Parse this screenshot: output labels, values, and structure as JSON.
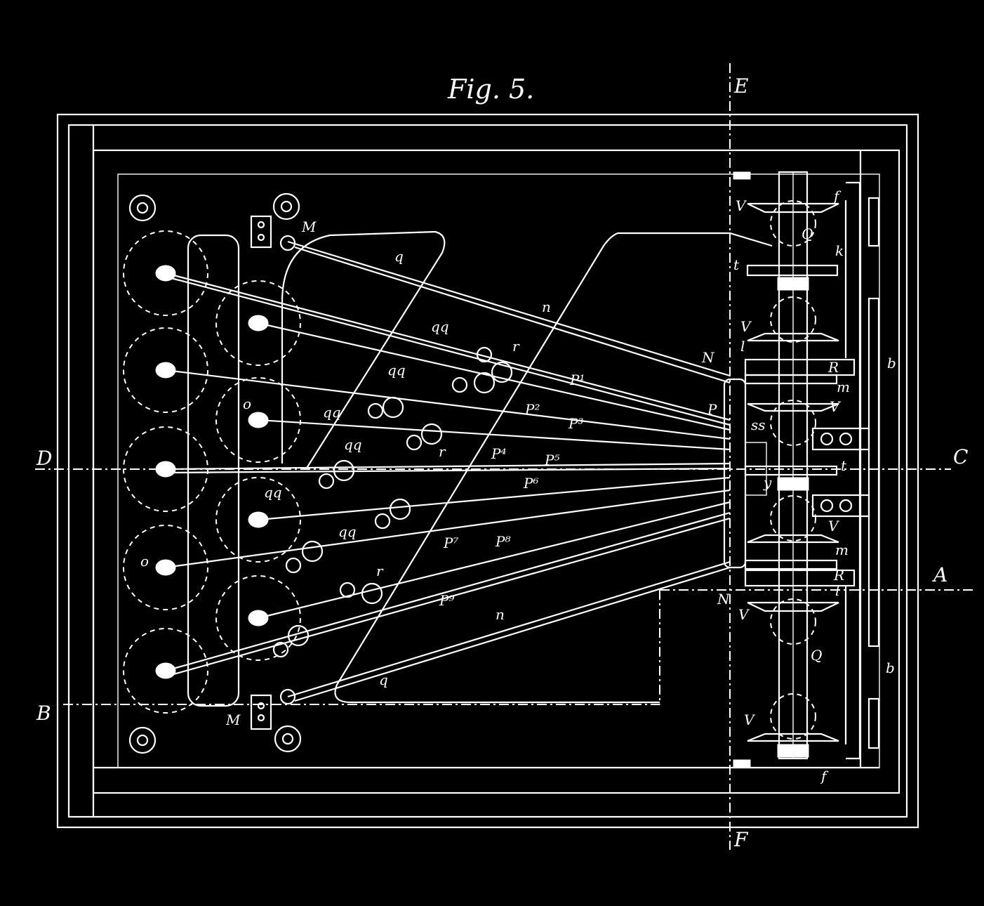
{
  "figure": {
    "title": "Fig. 5."
  },
  "sections": {
    "E": "E",
    "F": "F",
    "D": "D",
    "C": "C",
    "A": "A",
    "B": "B"
  },
  "labels": {
    "M_top": "M",
    "M_bottom": "M",
    "q_top": "q",
    "q_bottom": "q",
    "n_top": "n",
    "n_bottom": "n",
    "qq_1": "qq",
    "qq_2": "qq",
    "qq_3": "qq",
    "qq_4": "qq",
    "qq_5": "qq",
    "qq_6": "qq",
    "r_1": "r",
    "r_2": "r",
    "r_3": "r",
    "o_1": "o",
    "o_2": "o",
    "P1": "P¹",
    "P2": "P²",
    "P3": "P³",
    "P4": "P⁴",
    "P5": "P⁵",
    "P6": "P⁶",
    "P7": "P⁷",
    "P8": "P⁸",
    "P9": "P⁹",
    "N_top": "N",
    "N_bottom": "N",
    "P": "P",
    "ss": "ss",
    "y": "y",
    "l_top": "l",
    "l_bottom": "l",
    "R_top": "R",
    "R_bottom": "R",
    "m_top": "m",
    "m_bottom": "m",
    "V_1": "V",
    "V_2": "V",
    "V_3": "V",
    "V_4": "V",
    "V_5": "V",
    "V_6": "V",
    "Q_top": "Q",
    "Q_bottom": "Q",
    "k": "k",
    "t": "t",
    "f_top": "f",
    "f_bottom": "f",
    "b_top": "b",
    "b_bottom": "b",
    "t_mid": "t"
  },
  "colors": {
    "background": "#000000",
    "ink": "#ffffff"
  }
}
